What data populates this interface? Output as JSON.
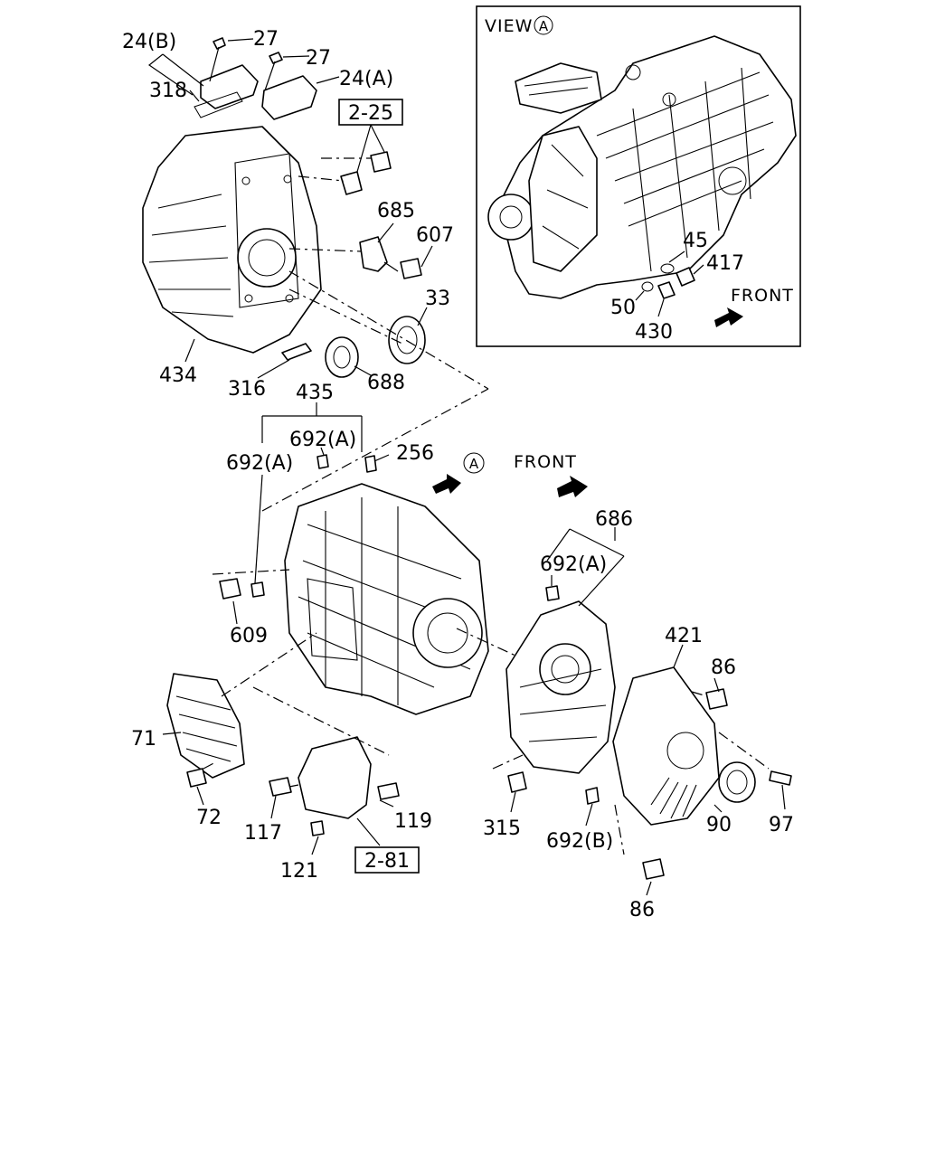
{
  "inset": {
    "view_label": "VIEW",
    "view_circle": "A",
    "front_label": "FRONT"
  },
  "main": {
    "front_label": "FRONT",
    "view_marker": "A"
  },
  "labels": {
    "l24b": "24(B)",
    "l27a": "27",
    "l27b": "27",
    "l24a": "24(A)",
    "l318": "318",
    "l2_25": "2-25",
    "l685": "685",
    "l607": "607",
    "l33": "33",
    "l434": "434",
    "l316": "316",
    "l688": "688",
    "l435": "435",
    "l692a_top": "692(A)",
    "l692a_left": "692(A)",
    "l256": "256",
    "l686": "686",
    "l692a_right": "692(A)",
    "l609": "609",
    "l421": "421",
    "l86a": "86",
    "l71": "71",
    "l72": "72",
    "l117": "117",
    "l119": "119",
    "l121": "121",
    "l2_81": "2-81",
    "l315": "315",
    "l692b": "692(B)",
    "l90": "90",
    "l97": "97",
    "l86b": "86",
    "l45": "45",
    "l417": "417",
    "l50": "50",
    "l430": "430"
  }
}
